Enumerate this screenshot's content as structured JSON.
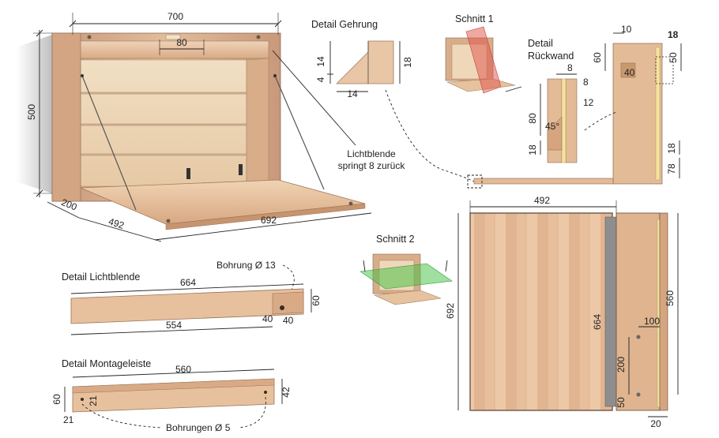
{
  "title_labels": {
    "gehrung": "Detail Gehrung",
    "schnitt1": "Schnitt 1",
    "rueckwand_line1": "Detail",
    "rueckwand_line2": "Rückwand",
    "lichtblende": "Detail Lichtblende",
    "montageleiste": "Detail Montageleiste",
    "schnitt2": "Schnitt 2"
  },
  "annotations": {
    "lichtblende_line1": "Lichtblende",
    "lichtblende_line2": "springt 8 zurück",
    "bohrung13": "Bohrung Ø 13",
    "bohrungen5": "Bohrungen Ø 5"
  },
  "main_view": {
    "width": "700",
    "top_inner": "80",
    "height": "500",
    "depth": "200",
    "flap_depth": "492",
    "flap_width": "692"
  },
  "gehrung": {
    "d14a": "14",
    "d4": "4",
    "d18": "18",
    "d14b": "14"
  },
  "rueckwand": {
    "d10": "10",
    "d18a": "18",
    "d60": "60",
    "d40": "40",
    "d50": "50",
    "d8a": "8",
    "d8b": "8",
    "d12": "12",
    "d80": "80",
    "angle": "45°",
    "d18b": "18",
    "d18c": "18",
    "d78": "78"
  },
  "lichtblende": {
    "d664": "664",
    "d554": "554",
    "d60": "60",
    "d40a": "40",
    "d40b": "40"
  },
  "montageleiste": {
    "d560": "560",
    "d60": "60",
    "d21a": "21",
    "d21b": "21",
    "d42": "42"
  },
  "plan": {
    "d492": "492",
    "d692": "692",
    "d664": "664",
    "d560": "560",
    "d100": "100",
    "d200": "200",
    "d50": "50",
    "d20": "20"
  },
  "colors": {
    "wood_light": "#e9c7a6",
    "wood_mid": "#d9ab85",
    "wood_dark": "#b98a66",
    "section_red": "#e0524a",
    "section_green": "#3fbf3f"
  }
}
